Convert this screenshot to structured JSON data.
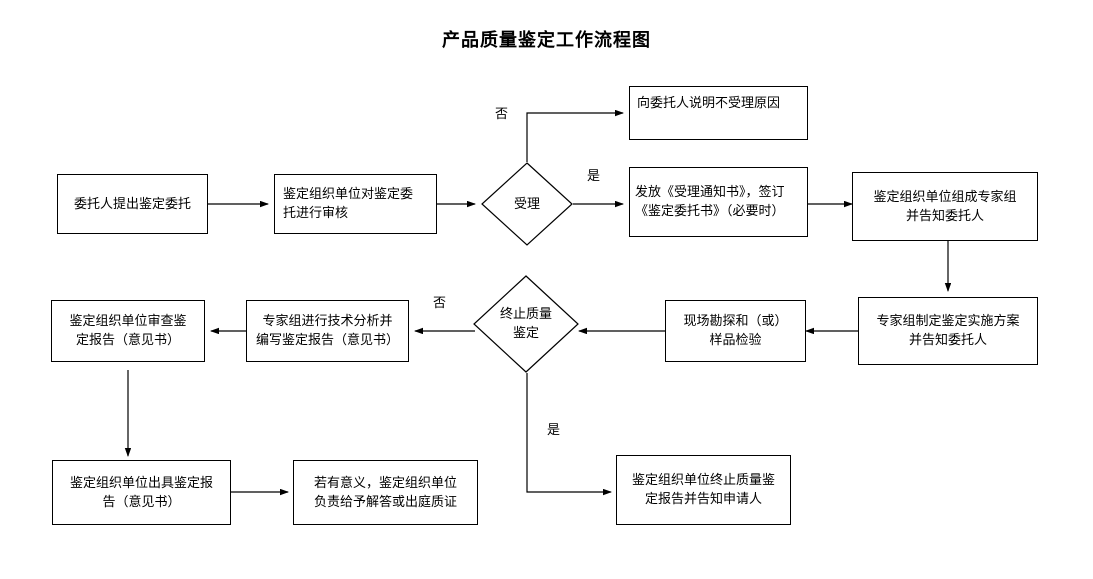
{
  "document": {
    "title": "产品质量鉴定工作流程图"
  },
  "chart_data": {
    "type": "diagram",
    "diagram_kind": "flowchart",
    "title": "产品质量鉴定工作流程图",
    "orientation": "left-to-right, serpentine (3 rows)",
    "nodes": [
      {
        "id": "n1",
        "shape": "rect",
        "label": "委托人提出鉴定委托"
      },
      {
        "id": "n2",
        "shape": "rect",
        "label": "鉴定组织单位对鉴定委\n托进行审核"
      },
      {
        "id": "d1",
        "shape": "diamond",
        "label": "受理"
      },
      {
        "id": "n3",
        "shape": "rect",
        "label": "向委托人说明不受理原因"
      },
      {
        "id": "n4",
        "shape": "rect",
        "label": "发放《受理通知书》，签订\n《鉴定委托书》（必要时）"
      },
      {
        "id": "n5",
        "shape": "rect",
        "label": "鉴定组织单位组成专家组\n并告知委托人"
      },
      {
        "id": "n6",
        "shape": "rect",
        "label": "专家组制定鉴定实施方案\n并告知委托人"
      },
      {
        "id": "n7",
        "shape": "rect",
        "label": "现场勘探和（或）\n样品检验"
      },
      {
        "id": "d2",
        "shape": "diamond",
        "label": "终止质量\n鉴定"
      },
      {
        "id": "n8",
        "shape": "rect",
        "label": "专家组进行技术分析并\n编写鉴定报告（意见书）"
      },
      {
        "id": "n9",
        "shape": "rect",
        "label": "鉴定组织单位审查鉴\n定报告（意见书）"
      },
      {
        "id": "n10",
        "shape": "rect",
        "label": "鉴定组织单位出具鉴定报\n告（意见书）"
      },
      {
        "id": "n11",
        "shape": "rect",
        "label": "若有意义，鉴定组织单位\n负责给予解答或出庭质证"
      },
      {
        "id": "n12",
        "shape": "rect",
        "label": "鉴定组织单位终止质量鉴\n定报告并告知申请人"
      }
    ],
    "edges": [
      {
        "from": "n1",
        "to": "n2",
        "label": ""
      },
      {
        "from": "n2",
        "to": "d1",
        "label": ""
      },
      {
        "from": "d1",
        "to": "n3",
        "label": "否"
      },
      {
        "from": "d1",
        "to": "n4",
        "label": "是"
      },
      {
        "from": "n4",
        "to": "n5",
        "label": ""
      },
      {
        "from": "n5",
        "to": "n6",
        "label": ""
      },
      {
        "from": "n6",
        "to": "n7",
        "label": ""
      },
      {
        "from": "n7",
        "to": "d2",
        "label": ""
      },
      {
        "from": "d2",
        "to": "n8",
        "label": "否"
      },
      {
        "from": "n8",
        "to": "n9",
        "label": ""
      },
      {
        "from": "n9",
        "to": "n10",
        "label": ""
      },
      {
        "from": "n10",
        "to": "n11",
        "label": ""
      },
      {
        "from": "d2",
        "to": "n12",
        "label": "是"
      }
    ],
    "edge_labels": [
      "否",
      "是",
      "否",
      "是"
    ],
    "colors": {
      "stroke": "#000000",
      "fill": "#ffffff",
      "text": "#000000"
    }
  }
}
